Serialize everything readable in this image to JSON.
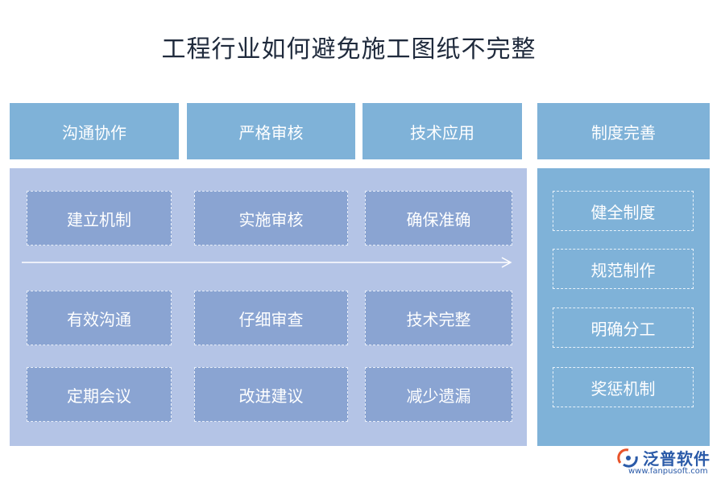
{
  "title": "工程行业如何避免施工图纸不完整",
  "headers": [
    "沟通协作",
    "严格审核",
    "技术应用",
    "制度完善"
  ],
  "grid": [
    [
      "建立机制",
      "实施审核",
      "确保准确"
    ],
    [
      "有效沟通",
      "仔细审查",
      "技术完整"
    ],
    [
      "定期会议",
      "改进建议",
      "减少遗漏"
    ]
  ],
  "right_items": [
    "健全制度",
    "规范制作",
    "明确分工",
    "奖惩机制"
  ],
  "logo": {
    "name": "泛普软件",
    "url": "www.fanpusoft.com"
  },
  "colors": {
    "header_bg": "#7fb2d8",
    "left_panel_bg": "#b4c4e6",
    "cell_bg": "#8aa4d2",
    "logo_accent": "#e8542a",
    "logo_blue": "#2a5aa8"
  }
}
